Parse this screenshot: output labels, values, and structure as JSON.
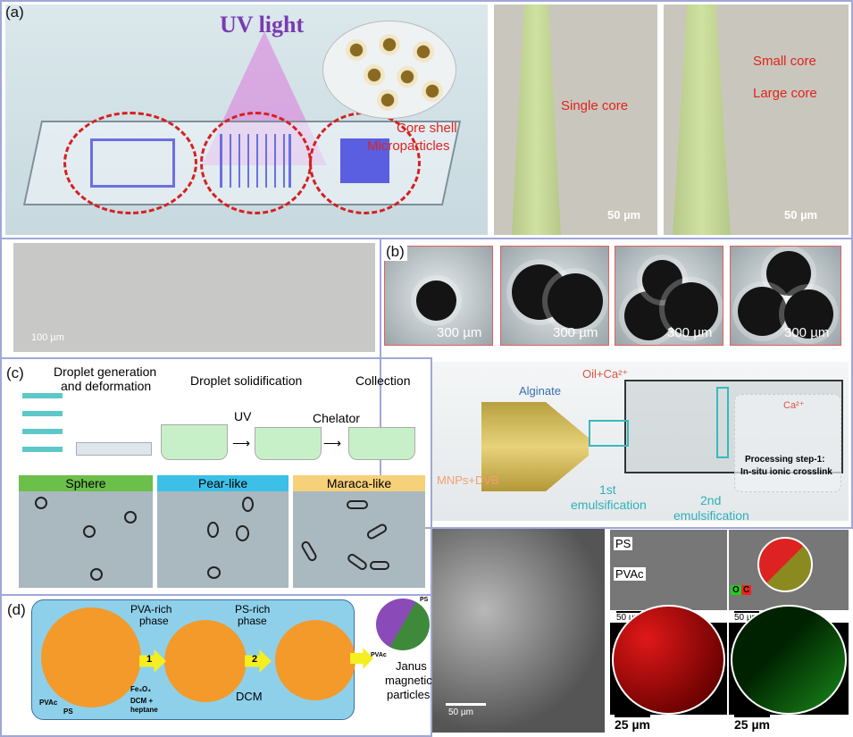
{
  "panel_a": {
    "label": "(a)",
    "uv_label": "UV light",
    "particles_label_line1": "Core shell",
    "particles_label_line2": "Microparticles",
    "single_core": "Single core",
    "small_core": "Small core",
    "large_core": "Large core",
    "scale_50_a": "50 µm",
    "scale_50_b": "50 µm",
    "scale_100": "100 µm"
  },
  "panel_b": {
    "label": "(b)",
    "scales": [
      "300 µm",
      "300 µm",
      "300 µm",
      "300 µm"
    ],
    "alginate": "Alginate",
    "oil_ca": "Oil+Ca²⁺",
    "ca": "Ca²⁺",
    "mnps": "MNPs+DVB",
    "first_emulsification_1": "1st",
    "first_emulsification_2": "emulsification",
    "second_emulsification_1": "2nd",
    "second_emulsification_2": "emulsification",
    "processing_1": "Processing step-1:",
    "processing_2": "In-situ ionic crosslink"
  },
  "panel_c": {
    "label": "(c)",
    "step1_line1": "Droplet generation",
    "step1_line2": "and deformation",
    "step2": "Droplet solidification",
    "step3": "Collection",
    "uv": "UV",
    "chelator": "Chelator",
    "shapes": [
      "Sphere",
      "Pear-like",
      "Maraca-like"
    ],
    "colors": [
      "#6bbf4a",
      "#3cc0e8",
      "#f7d07a"
    ]
  },
  "panel_d": {
    "label": "(d)",
    "pva_rich_1": "PVA-rich",
    "pva_rich_2": "phase",
    "ps_rich_1": "PS-rich",
    "ps_rich_2": "phase",
    "pvac": "PVAc",
    "ps": "PS",
    "fe3o4": "Fe₃O₄",
    "dcm_heptane_1": "DCM +",
    "dcm_heptane_2": "heptane",
    "dcm": "DCM",
    "step1": "1",
    "step2": "2",
    "ps_small": "PS",
    "pvac_small": "PVAc",
    "janus_1": "Janus",
    "janus_2": "magnetic",
    "janus_3": "particles"
  },
  "panel_sem": {
    "scale_sem": "50 µm",
    "ps": "PS",
    "pvac": "PVAc",
    "o": "O",
    "c": "C",
    "scale_50_a": "50 µm",
    "scale_50_b": "50 µm",
    "scale_25_a": "25 µm",
    "scale_25_b": "25 µm"
  }
}
